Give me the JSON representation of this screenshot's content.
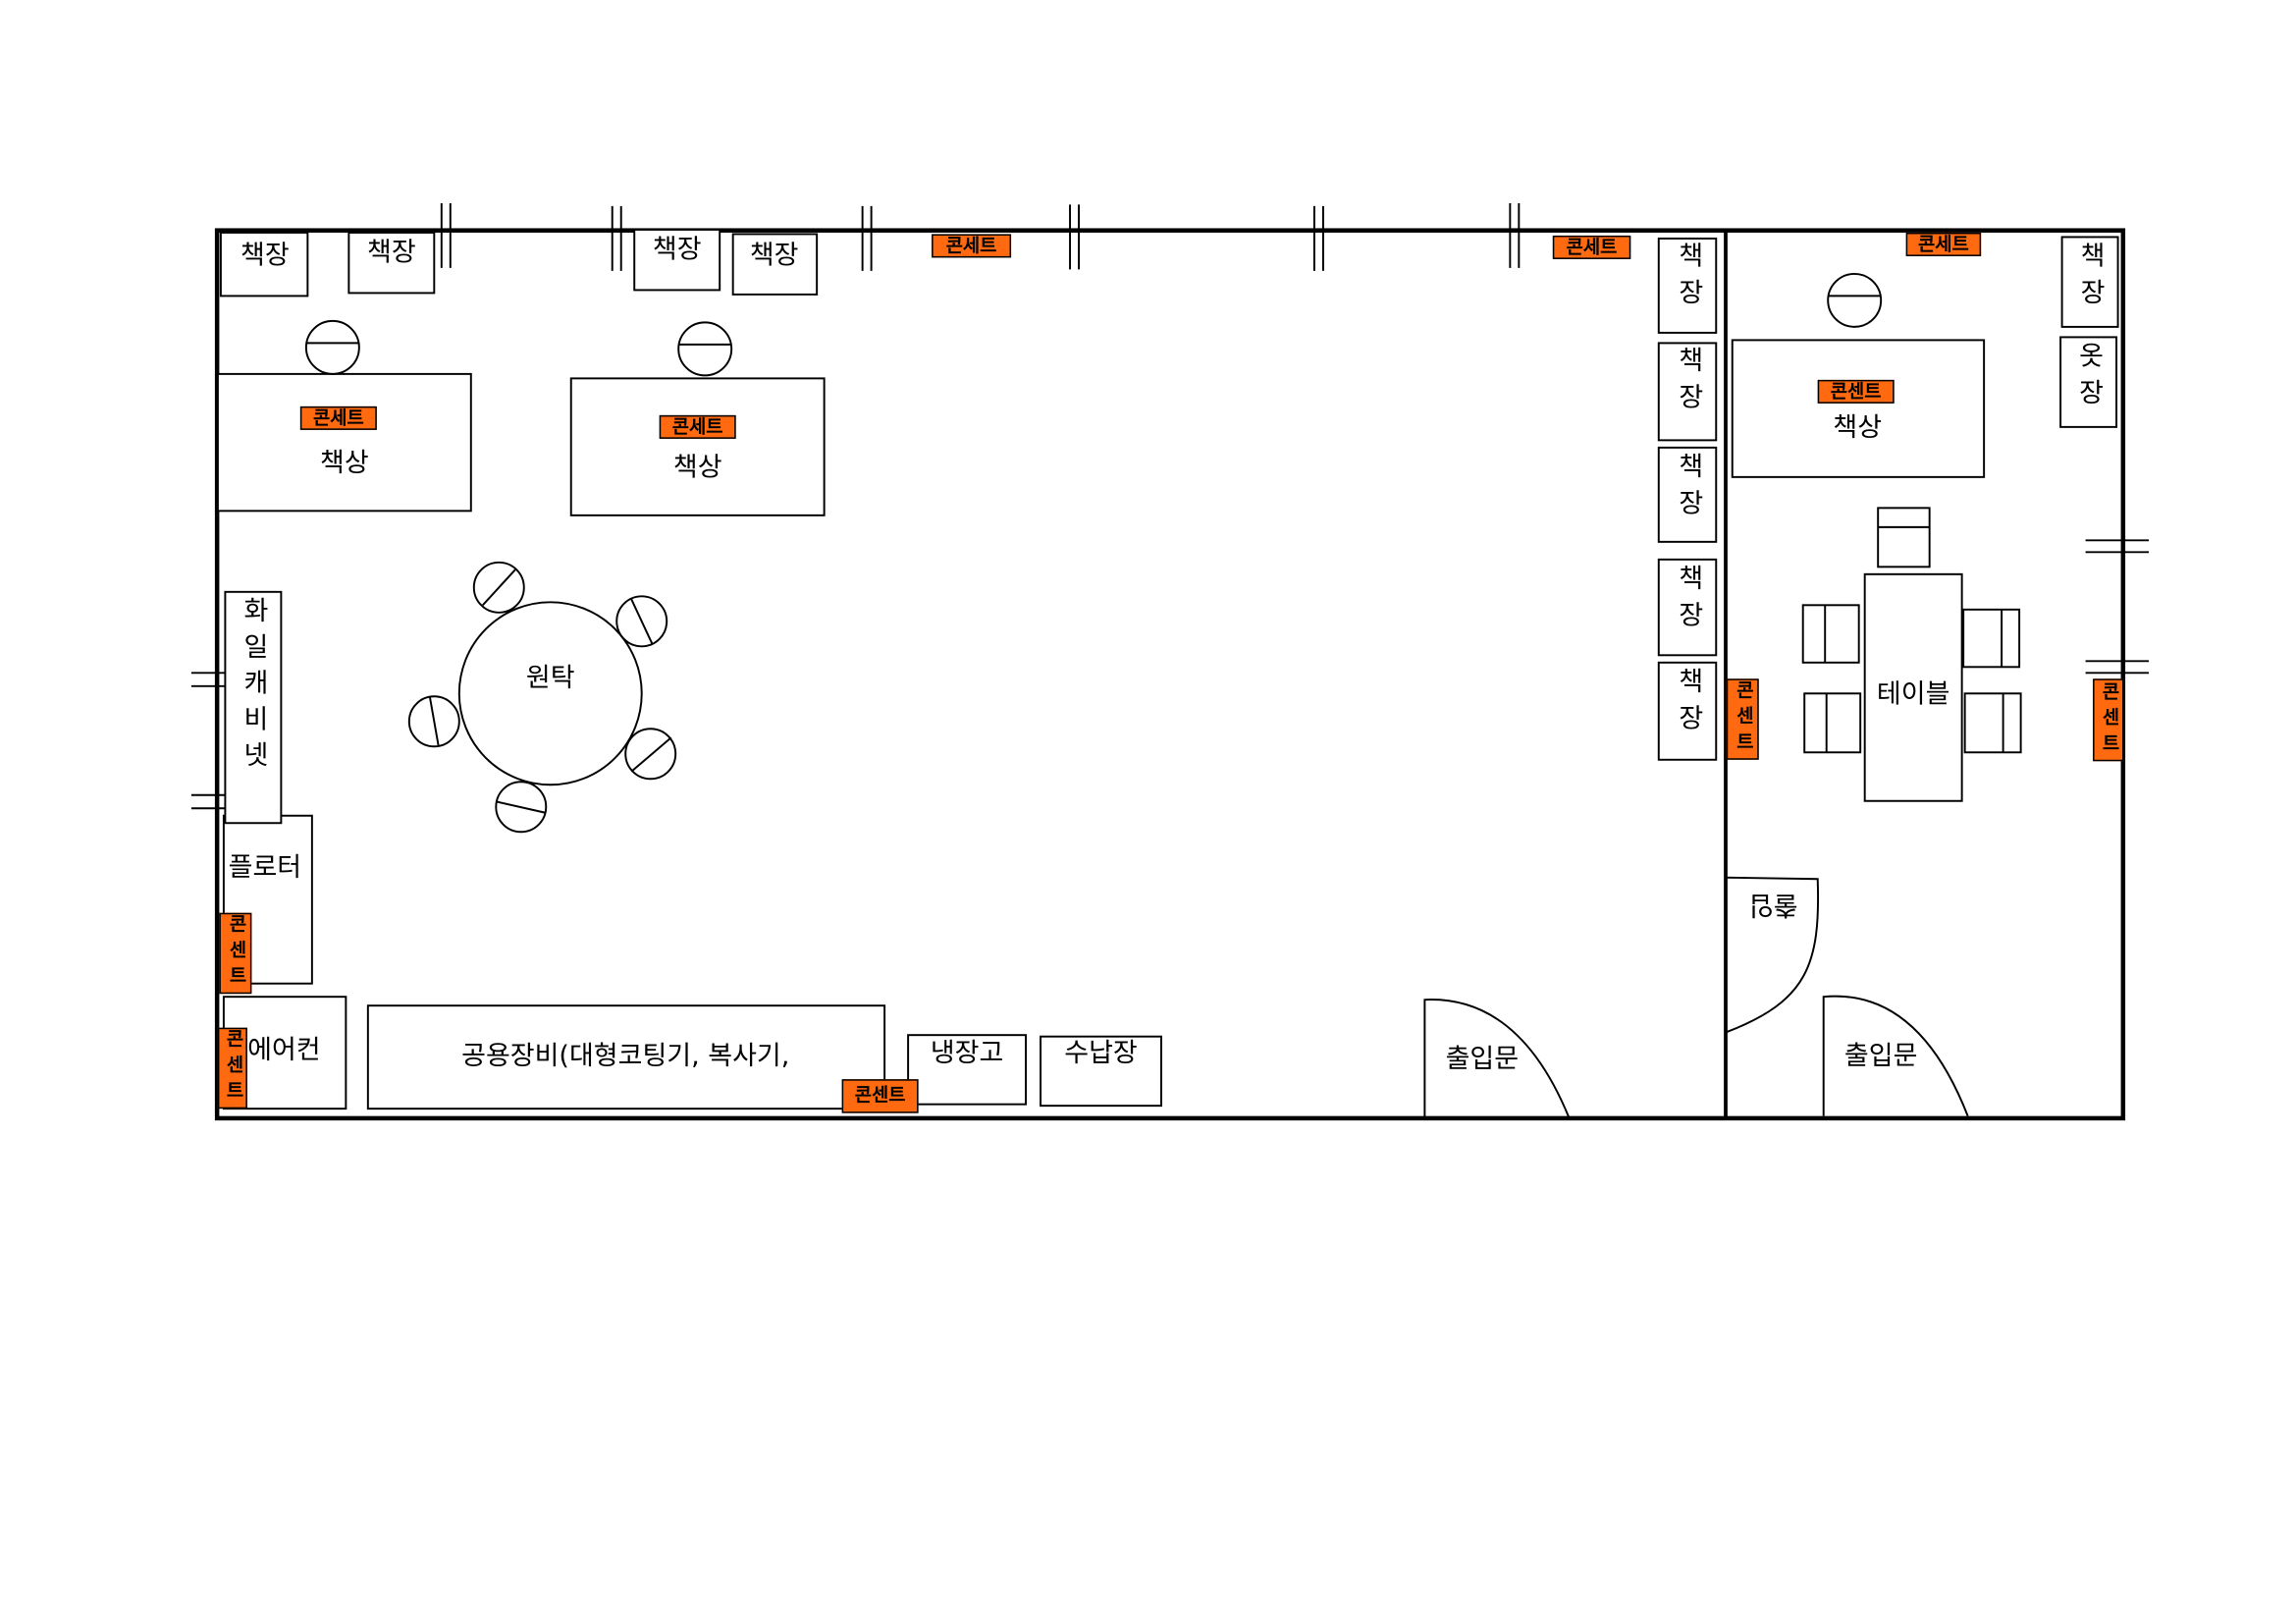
{
  "main_room": {
    "bookshelves_top": [
      "책장",
      "책장",
      "책장",
      "책장"
    ],
    "bookshelves_right": [
      "책장",
      "책장",
      "책장",
      "책장",
      "책장"
    ],
    "desks": [
      "책상",
      "책상"
    ],
    "round_table": "원탁",
    "file_cabinet": "화일캐비넷",
    "plotter": "플로터",
    "air_conditioner": "에어컨",
    "shared_equipment": "공용장비(대형코팅기, 복사기,",
    "refrigerator": "냉장고",
    "storage_cabinet": "수납장",
    "entrance": "출입문",
    "outlets": {
      "top_1": "콘세트",
      "top_2": "콘세트",
      "desk_1": "콘세트",
      "desk_2": "콘세트",
      "bottom": "콘센트",
      "left_1": "콘센트",
      "left_2": "콘센트"
    }
  },
  "side_room": {
    "bookshelf": "책장",
    "wardrobe": "옷장",
    "desk": "책상",
    "table": "테이블",
    "inner_door": "출입",
    "entrance": "출입문",
    "outlets": {
      "top": "콘세트",
      "desk": "콘센트",
      "left": "콘센트",
      "right": "콘센트"
    }
  },
  "colors": {
    "outlet": "#ff6a10",
    "line": "#000000",
    "background": "#ffffff"
  }
}
